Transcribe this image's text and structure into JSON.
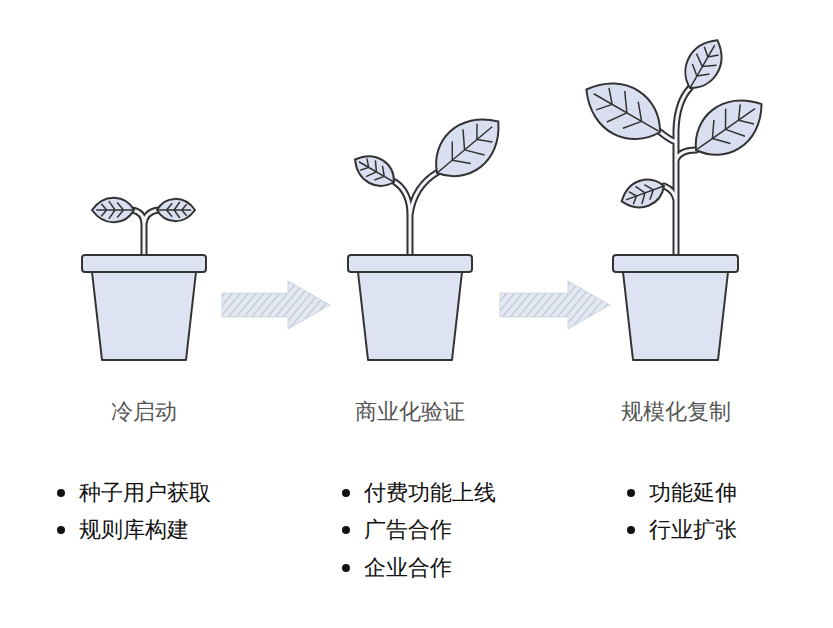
{
  "diagram": {
    "nodes": [
      {
        "text": [
          "冷启动",
          "种子用户获取",
          "规则库构建"
        ]
      },
      {
        "text": [
          "商业化验证",
          "付费功能上线",
          "广告合作",
          "企业合作"
        ]
      },
      {
        "text": [
          "规模化复制",
          "功能延伸",
          "行业扩张"
        ]
      }
    ],
    "edges": [
      {
        "from": 0,
        "to": 1,
        "arrow": "to"
      },
      {
        "from": 1,
        "to": 2,
        "arrow": "to"
      }
    ]
  }
}
